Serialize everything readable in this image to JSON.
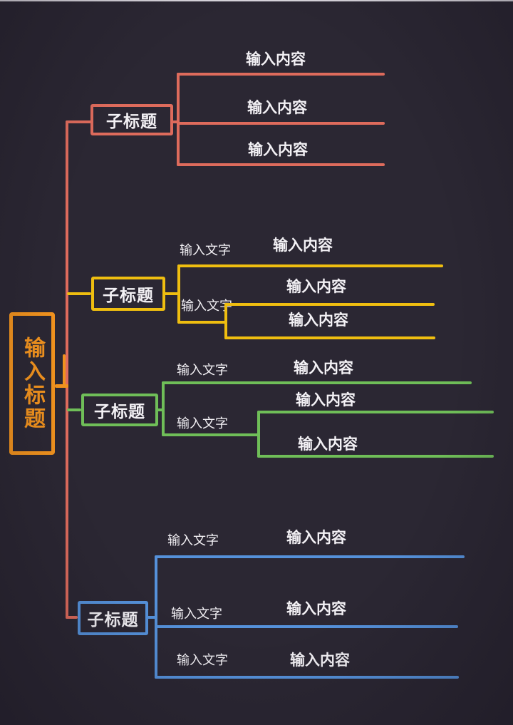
{
  "canvas": {
    "background": "#2b2733",
    "text_color": "#f3f1f5",
    "trunk_color": "#de6b5c"
  },
  "root": {
    "label": "输入标题",
    "color": "#f0921e"
  },
  "branches": [
    {
      "label": "子标题",
      "color": "#de6b5c",
      "children": [
        {
          "label": "输入内容"
        },
        {
          "label": "输入内容"
        },
        {
          "label": "输入内容"
        }
      ]
    },
    {
      "label": "子标题",
      "color": "#efbe10",
      "children": [
        {
          "label": "输入文字",
          "children": [
            {
              "label": "输入内容"
            }
          ]
        },
        {
          "label": "输入文字",
          "children": [
            {
              "label": "输入内容"
            },
            {
              "label": "输入内容"
            }
          ]
        }
      ]
    },
    {
      "label": "子标题",
      "color": "#6fbe58",
      "children": [
        {
          "label": "输入文字",
          "children": [
            {
              "label": "输入内容"
            }
          ]
        },
        {
          "label": "输入文字",
          "children": [
            {
              "label": "输入内容"
            },
            {
              "label": "输入内容"
            }
          ]
        }
      ]
    },
    {
      "label": "子标题",
      "color": "#5591da",
      "children": [
        {
          "label": "输入文字",
          "children": [
            {
              "label": "输入内容"
            }
          ]
        },
        {
          "label": "输入文字",
          "children": [
            {
              "label": "输入内容"
            }
          ]
        },
        {
          "label": "输入文字",
          "children": [
            {
              "label": "输入内容"
            }
          ]
        }
      ]
    }
  ]
}
